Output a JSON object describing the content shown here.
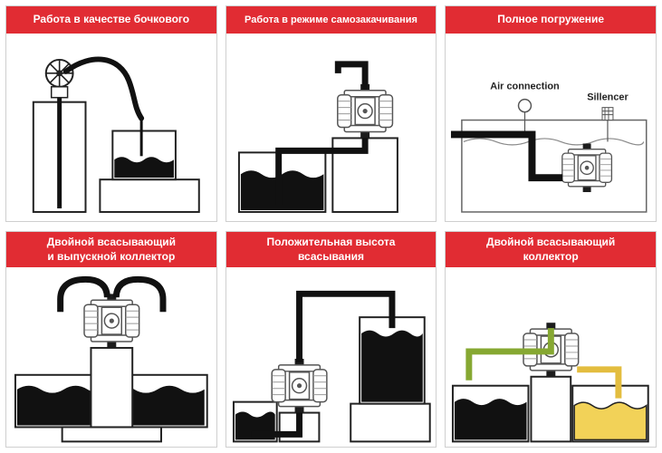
{
  "theme": {
    "header_red": "#e12c33",
    "header_text": "#ffffff",
    "pipe_black": "#141414",
    "green_pipe": "#86a832",
    "yellow_pipe": "#e3bd3f",
    "yellow_liquid": "#f2d258"
  },
  "panels": [
    {
      "id": "barrel-pump",
      "title": "Работа в качестве бочкового"
    },
    {
      "id": "self-priming",
      "title": "Работа в режиме самозакачивания"
    },
    {
      "id": "full-immersion",
      "title": "Полное погружение",
      "labels": {
        "air": "Air connection",
        "silencer": "Sillencer"
      }
    },
    {
      "id": "double-suction-discharge",
      "title": "Двойной всасывающий\nи выпускной коллектор"
    },
    {
      "id": "positive-suction-height",
      "title": "Положительная высота\nвсасывания"
    },
    {
      "id": "double-suction",
      "title": "Двойной всасывающий\nколлектор"
    }
  ]
}
